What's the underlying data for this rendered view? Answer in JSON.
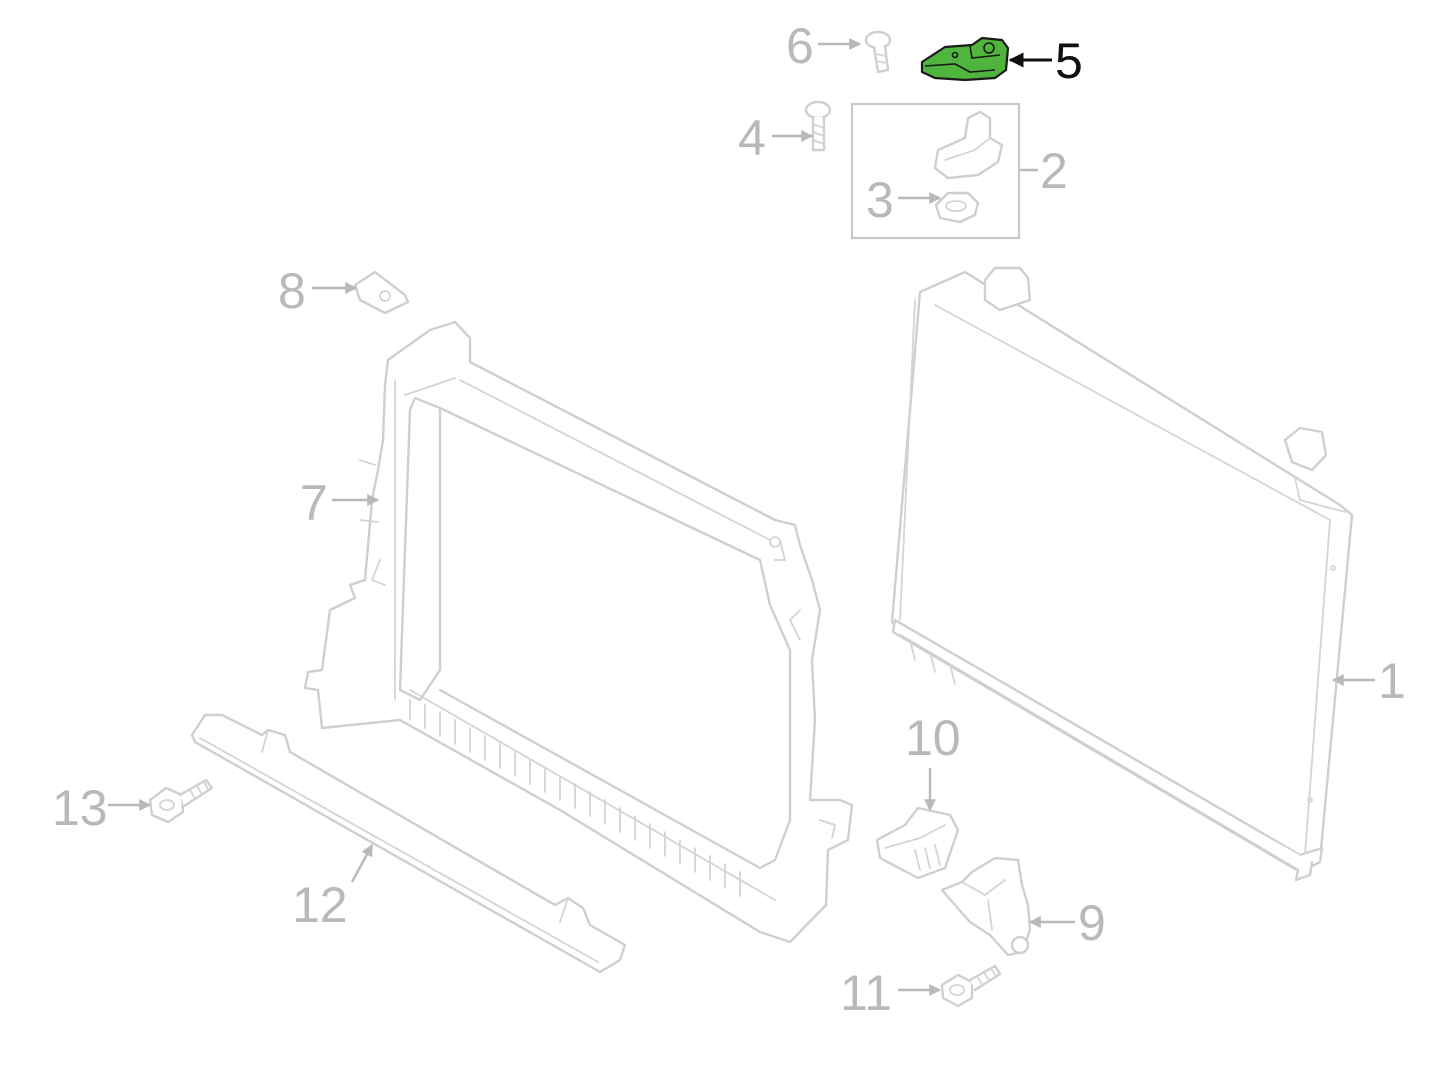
{
  "diagram": {
    "highlight_color": "#4fb53c",
    "callouts": [
      {
        "id": "1",
        "label": "1",
        "highlighted": false
      },
      {
        "id": "2",
        "label": "2",
        "highlighted": false
      },
      {
        "id": "3",
        "label": "3",
        "highlighted": false
      },
      {
        "id": "4",
        "label": "4",
        "highlighted": false
      },
      {
        "id": "5",
        "label": "5",
        "highlighted": true
      },
      {
        "id": "6",
        "label": "6",
        "highlighted": false
      },
      {
        "id": "7",
        "label": "7",
        "highlighted": false
      },
      {
        "id": "8",
        "label": "8",
        "highlighted": false
      },
      {
        "id": "9",
        "label": "9",
        "highlighted": false
      },
      {
        "id": "10",
        "label": "10",
        "highlighted": false
      },
      {
        "id": "11",
        "label": "11",
        "highlighted": false
      },
      {
        "id": "12",
        "label": "12",
        "highlighted": false
      },
      {
        "id": "13",
        "label": "13",
        "highlighted": false
      }
    ]
  }
}
